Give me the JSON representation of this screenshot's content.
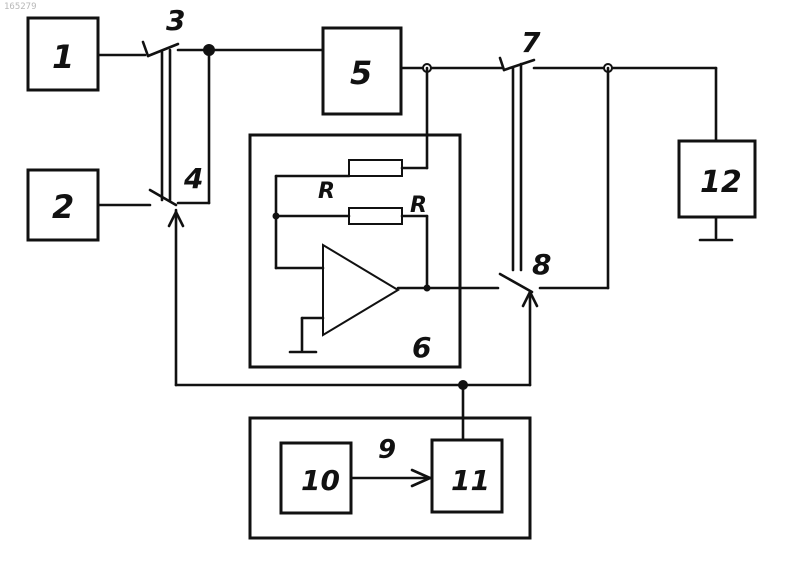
{
  "watermark": "165279",
  "blocks": {
    "b1": "1",
    "b2": "2",
    "b5": "5",
    "b6": "6",
    "b9": "9",
    "b10": "10",
    "b11": "11",
    "b12": "12"
  },
  "switches": {
    "s3": "3",
    "s4": "4",
    "s7": "7",
    "s8": "8"
  },
  "resistors": {
    "r_top": "R",
    "r_bottom": "R"
  },
  "colors": {
    "ink": "#111111",
    "paper": "#ffffff"
  }
}
